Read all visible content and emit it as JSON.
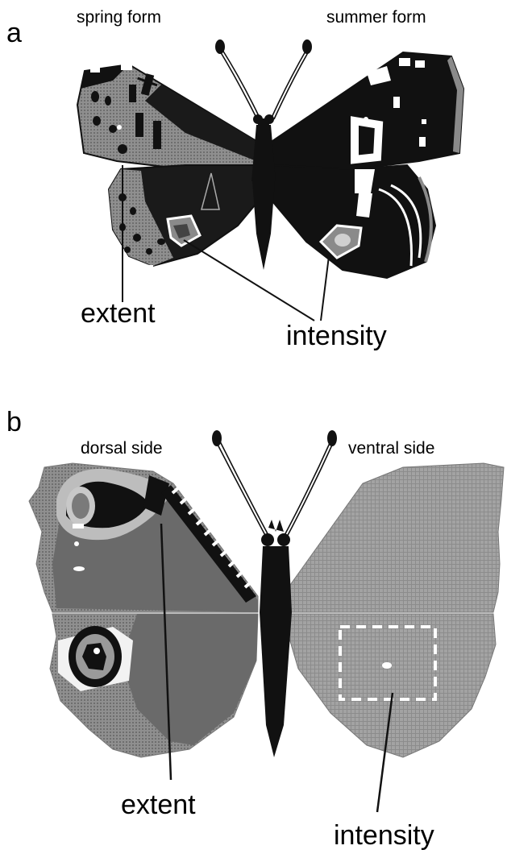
{
  "panels": [
    {
      "letter": "a",
      "left_label": "spring form",
      "right_label": "summer form",
      "callouts": {
        "left": "extent",
        "right": "intensity"
      }
    },
    {
      "letter": "b",
      "left_label": "dorsal side",
      "right_label": "ventral side",
      "callouts": {
        "left": "extent",
        "right": "intensity"
      }
    }
  ],
  "colors": {
    "black": "#111111",
    "dark_gray": "#555555",
    "mid_gray": "#8a8a8a",
    "light_gray": "#b5b5b5",
    "white": "#ffffff"
  }
}
